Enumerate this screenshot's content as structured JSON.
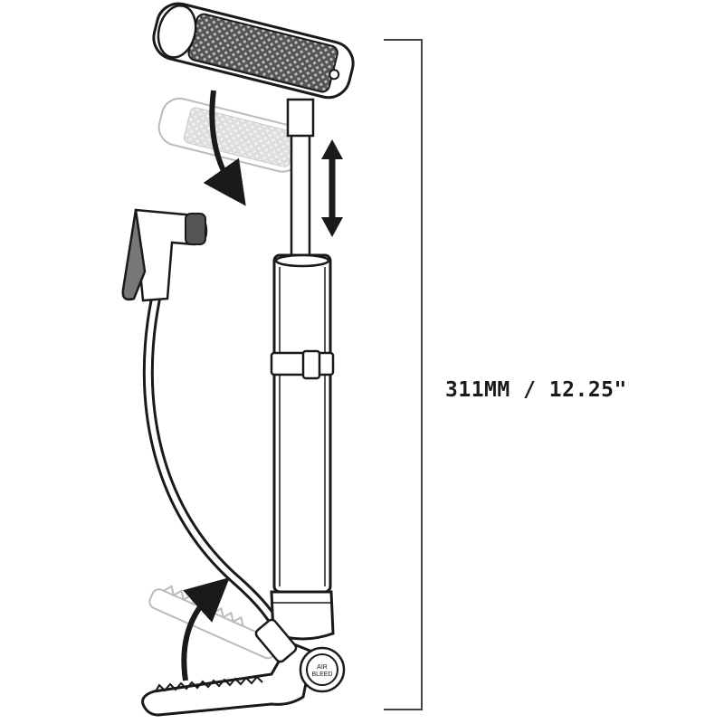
{
  "dimension": {
    "label": "311MM / 12.25\""
  },
  "air_bleed": {
    "label_line1": "AIR",
    "label_line2": "BLEED"
  },
  "colors": {
    "line": "#1a1a1a",
    "ghost": "#b5b5b5",
    "background": "#ffffff"
  }
}
